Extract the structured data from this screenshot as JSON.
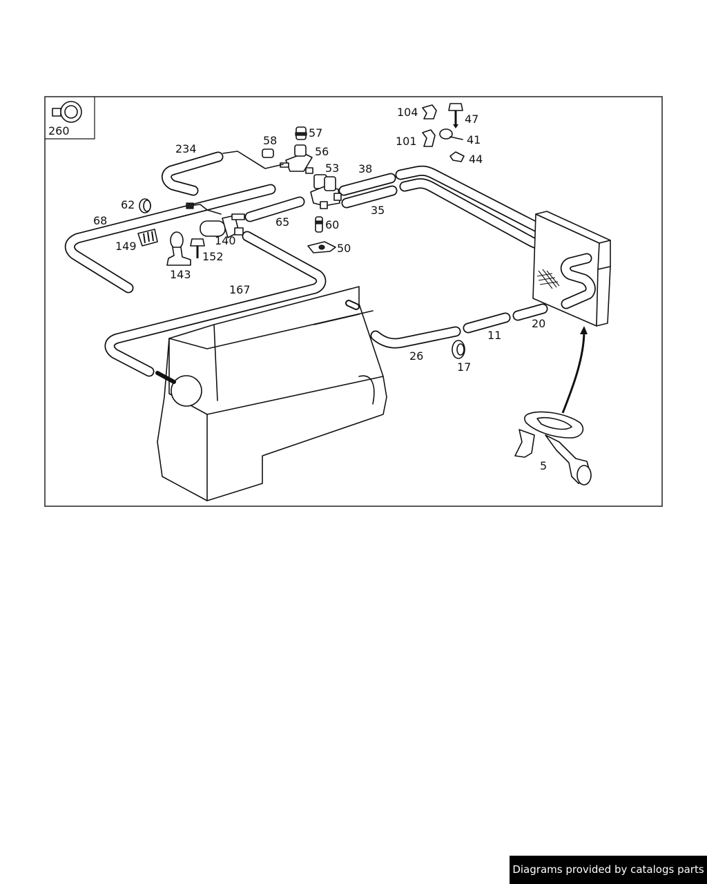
{
  "diagram": {
    "callouts": {
      "p260": "260",
      "p234": "234",
      "p58": "58",
      "p57": "57",
      "p56": "56",
      "p53": "53",
      "p38": "38",
      "p35": "35",
      "p104": "104",
      "p47": "47",
      "p101": "101",
      "p41": "41",
      "p44": "44",
      "p62": "62",
      "p68": "68",
      "p65": "65",
      "p60": "60",
      "p149": "149",
      "p140": "140",
      "p152": "152",
      "p143": "143",
      "p50": "50",
      "p167": "167",
      "p26": "26",
      "p11": "11",
      "p20": "20",
      "p17": "17",
      "p5": "5"
    }
  },
  "footer": {
    "credit": "Diagrams provided by catalogs parts"
  }
}
